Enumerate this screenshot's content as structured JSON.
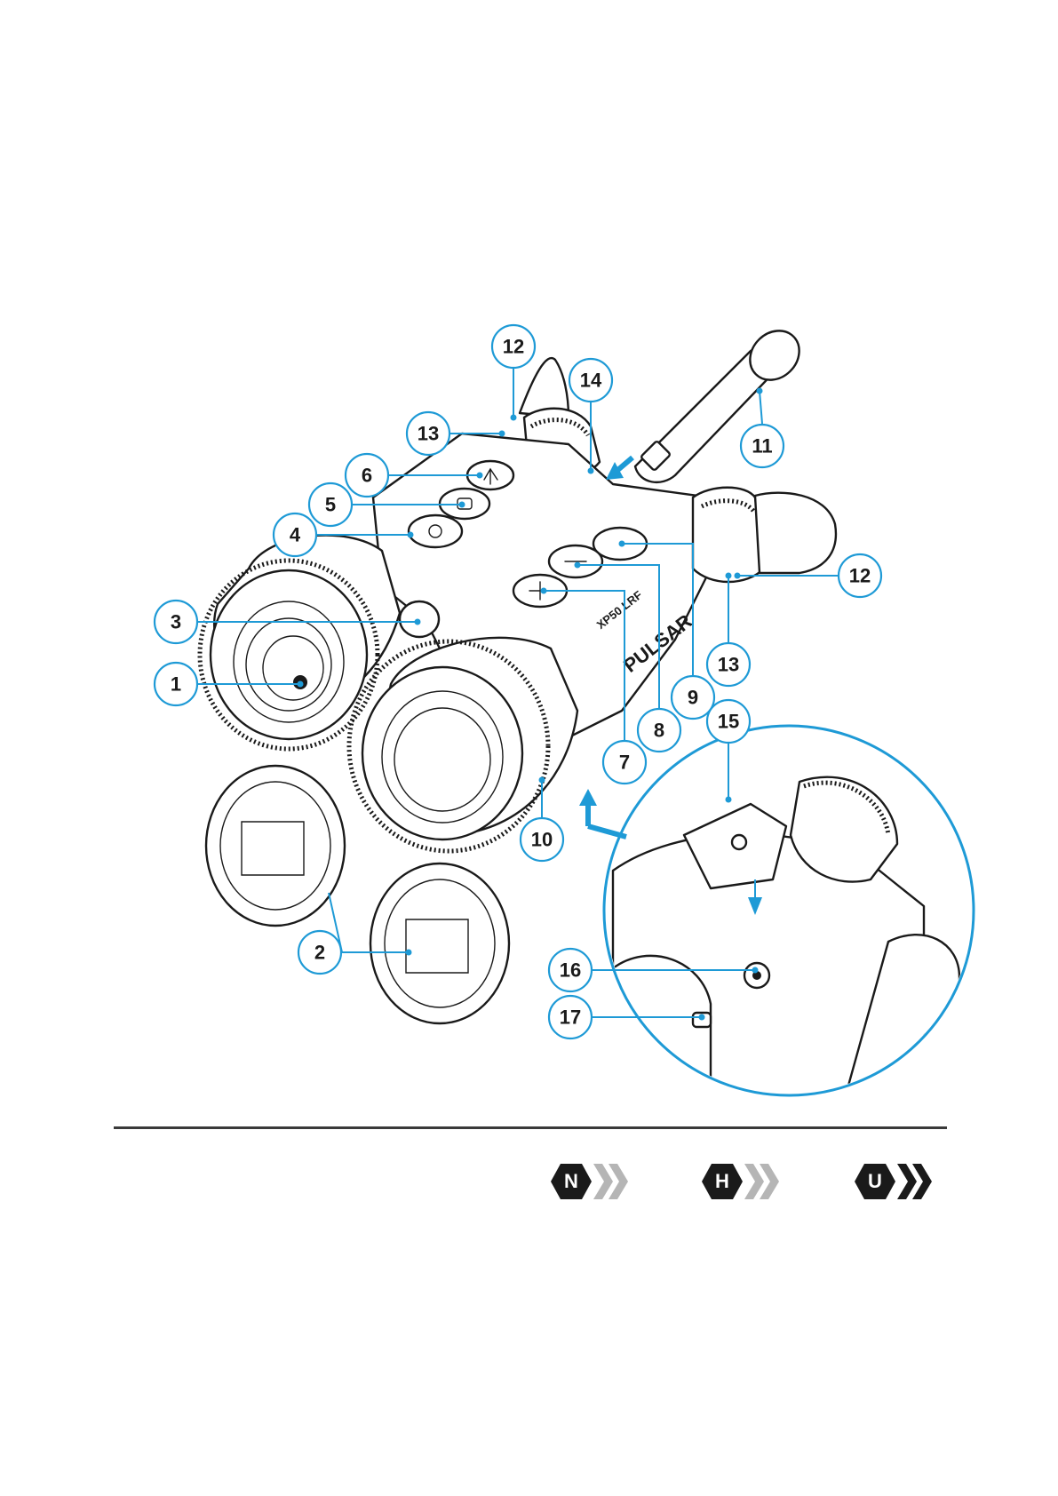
{
  "callouts": [
    {
      "id": "c1",
      "label": "1",
      "part": "lens"
    },
    {
      "id": "c2",
      "label": "2",
      "part": "lens-cap"
    },
    {
      "id": "c3",
      "label": "3",
      "part": "front-button"
    },
    {
      "id": "c4",
      "label": "4",
      "part": "power-button"
    },
    {
      "id": "c5",
      "label": "5",
      "part": "record-button"
    },
    {
      "id": "c6",
      "label": "6",
      "part": "nav-button"
    },
    {
      "id": "c7",
      "label": "7",
      "part": "plus-button"
    },
    {
      "id": "c8",
      "label": "8",
      "part": "minus-button"
    },
    {
      "id": "c9",
      "label": "9",
      "part": "rangefinder-button"
    },
    {
      "id": "c10",
      "label": "10",
      "part": "focus-ring"
    },
    {
      "id": "c11",
      "label": "11",
      "part": "battery-pack"
    },
    {
      "id": "c12a",
      "label": "12",
      "part": "eyepiece-left"
    },
    {
      "id": "c12b",
      "label": "12",
      "part": "eyepiece-right"
    },
    {
      "id": "c13a",
      "label": "13",
      "part": "diopter-left"
    },
    {
      "id": "c13b",
      "label": "13",
      "part": "diopter-right"
    },
    {
      "id": "c14",
      "label": "14",
      "part": "battery-compartment"
    },
    {
      "id": "c15",
      "label": "15",
      "part": "tripod-adapter"
    },
    {
      "id": "c16",
      "label": "16",
      "part": "tripod-socket"
    },
    {
      "id": "c17",
      "label": "17",
      "part": "usb-port"
    }
  ],
  "device_markings": {
    "brand": "PULSAR",
    "model": "XP50 LRF"
  },
  "badges": [
    {
      "letter": "N",
      "style": "gray-chevrons"
    },
    {
      "letter": "H",
      "style": "gray-chevrons"
    },
    {
      "letter": "U",
      "style": "black-chevrons"
    }
  ],
  "colors": {
    "callout": "#1e9ad6",
    "ink": "#1a1a1a",
    "divider": "#3a3a3a",
    "chevron_gray": "#b5b5b5"
  }
}
